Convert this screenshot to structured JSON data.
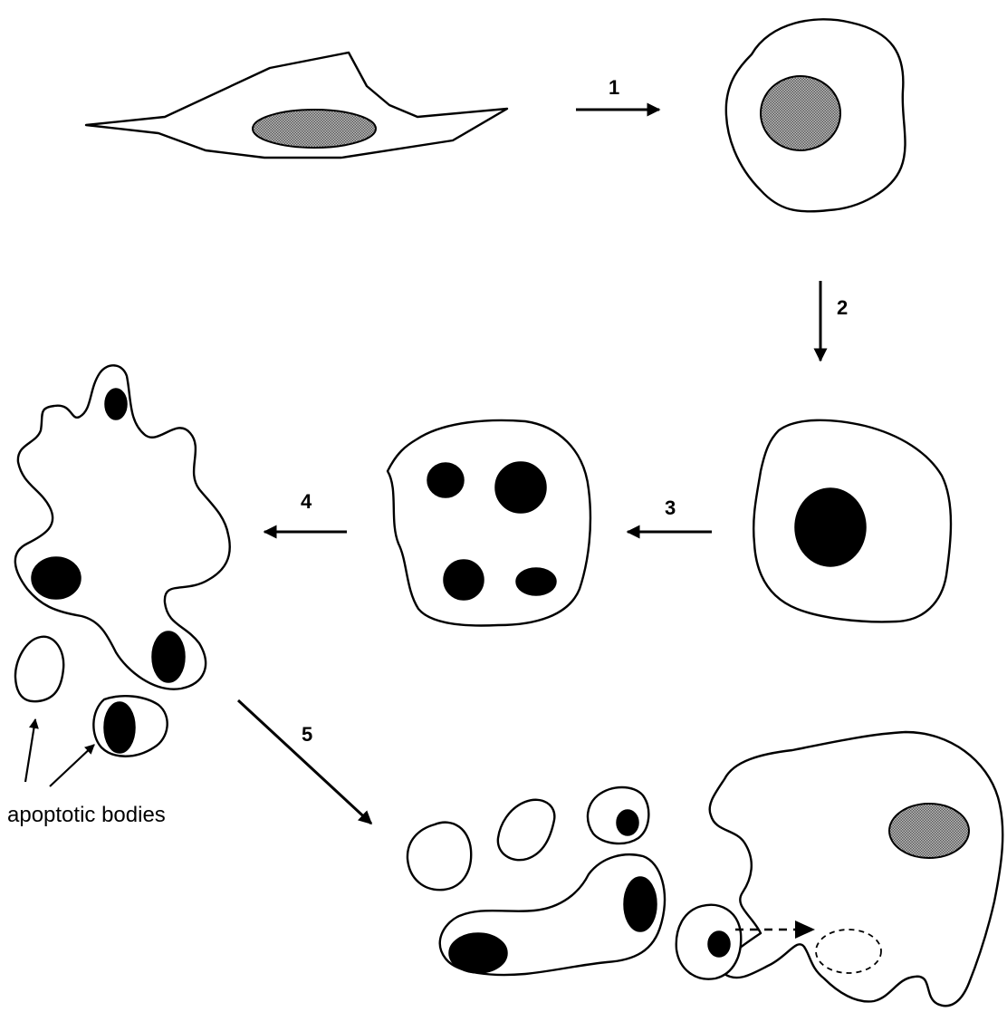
{
  "steps": {
    "s1": "1",
    "s2": "2",
    "s3": "3",
    "s4": "4",
    "s5": "5"
  },
  "labels": {
    "apoptotic_bodies": "apoptotic bodies"
  }
}
